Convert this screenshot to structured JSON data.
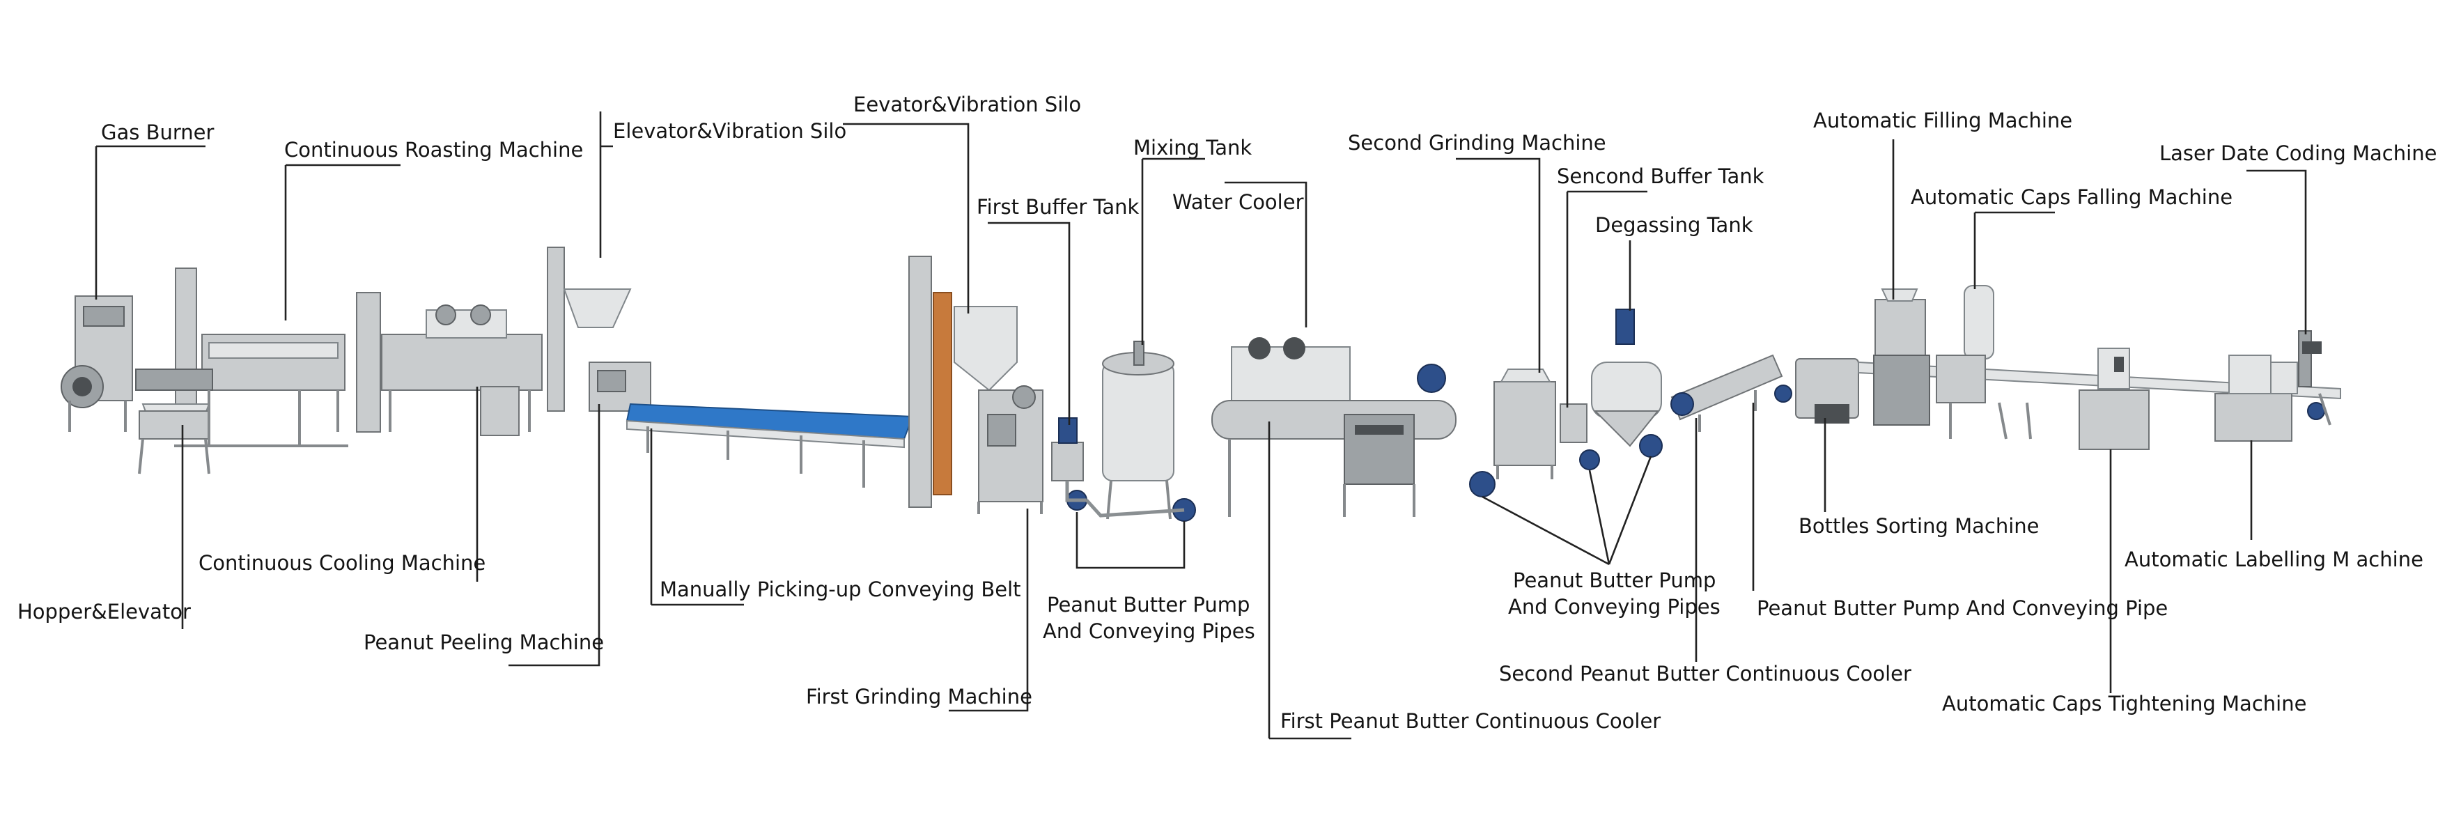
{
  "labels": {
    "gas_burner": "Gas Burner",
    "continuous_roasting": "Continuous Roasting Machine",
    "elevator_vibration_silo": "Elevator&Vibration Silo",
    "eevator_vibration_silo": "Eevator&Vibration Silo",
    "mixing_tank": "Mixing Tank",
    "first_buffer_tank": "First Buffer Tank",
    "water_cooler": "Water Cooler",
    "second_grinding": "Second Grinding Machine",
    "sencond_buffer_tank": "Sencond Buffer Tank",
    "degassing_tank": "Degassing Tank",
    "automatic_filling": "Automatic Filling Machine",
    "automatic_caps_falling": "Automatic Caps Falling Machine",
    "laser_date_coding": "Laser Date Coding Machine",
    "continuous_cooling": "Continuous Cooling Machine",
    "hopper_elevator": "Hopper&Elevator",
    "peanut_peeling": "Peanut Peeling Machine",
    "manually_picking": "Manually Picking-up Conveying Belt",
    "first_grinding": "First Grinding Machine",
    "pump_pipes_1_line1": "Peanut Butter Pump",
    "pump_pipes_1_line2": "And Conveying Pipes",
    "first_cooler": "First Peanut Butter Continuous Cooler",
    "pump_pipes_2_line1": "Peanut Butter Pump",
    "pump_pipes_2_line2": "And Conveying Pipes",
    "second_cooler": "Second Peanut Butter Continuous Cooler",
    "bottles_sorting": "Bottles Sorting Machine",
    "pump_pipe_3": "Peanut Butter Pump And Conveying Pipe",
    "automatic_labelling": "Automatic Labelling M achine",
    "automatic_caps_tightening": "Automatic Caps Tightening Machine"
  },
  "colors": {
    "label_text": "#141414",
    "leader_line": "#222222",
    "stainless_steel": "#c9ccce",
    "motor_blue": "#2d4f8a",
    "belt_blue": "#2f78c8"
  }
}
